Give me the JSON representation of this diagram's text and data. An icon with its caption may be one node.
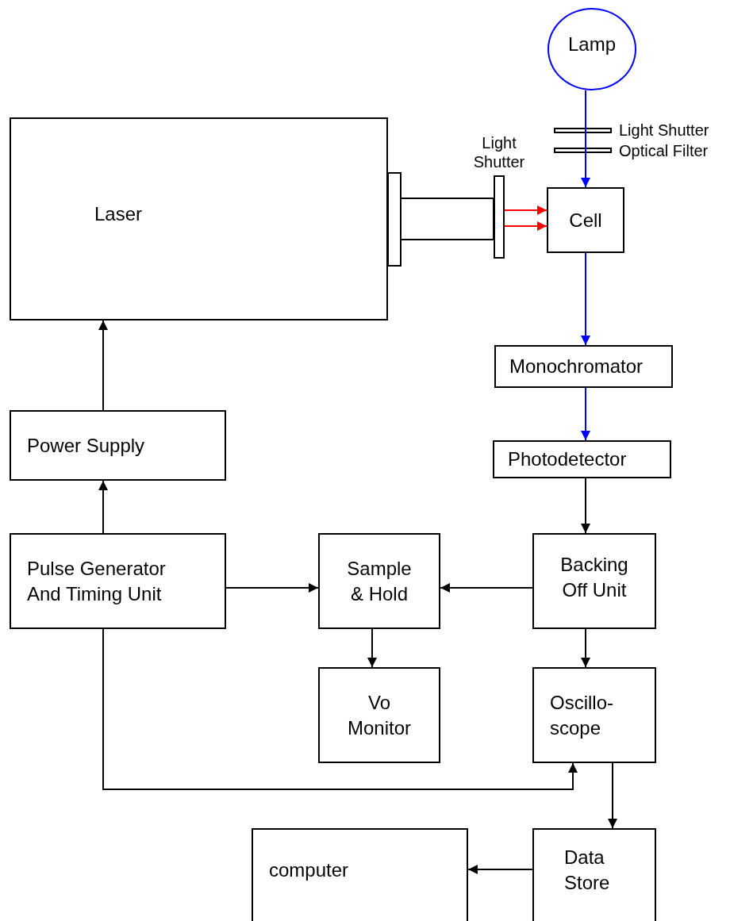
{
  "diagram": {
    "nodes": [
      {
        "text": [
          "Lamp"
        ]
      },
      {
        "text": [
          "Laser"
        ]
      },
      {
        "text": [
          "Light Shutter"
        ]
      },
      {
        "text": [
          "Cell"
        ]
      },
      {
        "text": [
          "Monochromator"
        ]
      },
      {
        "text": [
          "Photodetector"
        ]
      },
      {
        "text": [
          "Power Supply"
        ]
      },
      {
        "text": [
          "Pulse Generator And Timing Unit"
        ]
      },
      {
        "text": [
          "Sample & Hold"
        ]
      },
      {
        "text": [
          "Backing Off Unit"
        ]
      },
      {
        "text": [
          "Vo Monitor"
        ]
      },
      {
        "text": [
          "Oscillo- scope"
        ]
      },
      {
        "text": [
          "Data Store"
        ]
      },
      {
        "text": [
          "computer"
        ]
      }
    ],
    "edges": [
      {
        "from": 0,
        "to": 3,
        "arrow": "to",
        "color": "#0000ff"
      },
      {
        "from": 2,
        "to": 3,
        "arrow": "to",
        "color": "#ff0000"
      },
      {
        "from": 2,
        "to": 3,
        "arrow": "to",
        "color": "#ff0000"
      },
      {
        "from": 3,
        "to": 4,
        "arrow": "to",
        "color": "#0000ff"
      },
      {
        "from": 4,
        "to": 5,
        "arrow": "to",
        "color": "#0000ff"
      },
      {
        "from": 5,
        "to": 9,
        "arrow": "to"
      },
      {
        "from": 9,
        "to": 8,
        "arrow": "to"
      },
      {
        "from": 7,
        "to": 8,
        "arrow": "to"
      },
      {
        "from": 8,
        "to": 10,
        "arrow": "to"
      },
      {
        "from": 9,
        "to": 11,
        "arrow": "to"
      },
      {
        "from": 7,
        "to": 11,
        "arrow": "to"
      },
      {
        "from": 11,
        "to": 12,
        "arrow": "to"
      },
      {
        "from": 12,
        "to": 13,
        "arrow": "to"
      },
      {
        "from": 6,
        "to": 1,
        "arrow": "to"
      },
      {
        "from": 7,
        "to": 6,
        "arrow": "to"
      }
    ],
    "labels": [
      "Light Shutter",
      "Optical Filter"
    ]
  }
}
